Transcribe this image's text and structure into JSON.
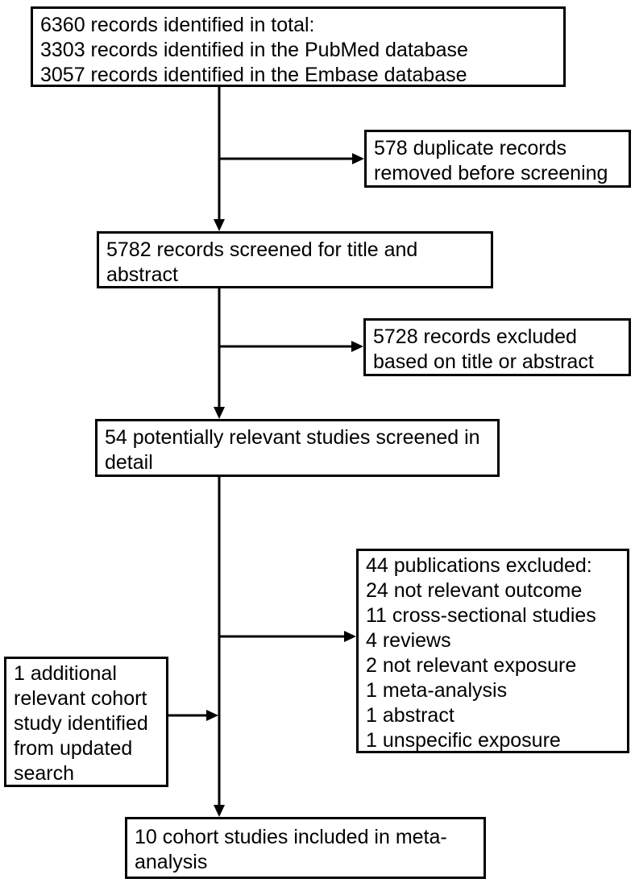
{
  "diagram": {
    "type": "study-selection-flowchart",
    "boxes": {
      "records_identified": {
        "text": "6360 records identified in total:\n3303 records identified in the PubMed database\n3057 records identified in the Embase database"
      },
      "duplicates_removed": {
        "text": "578 duplicate records\nremoved before screening"
      },
      "records_screened": {
        "text": "5782 records screened for title and\nabstract"
      },
      "records_excluded": {
        "text": "5728 records excluded\nbased on title or abstract"
      },
      "studies_screened_detail": {
        "text": "54 potentially relevant studies screened in\ndetail"
      },
      "publications_excluded": {
        "text": "44 publications excluded:\n24 not relevant outcome\n11 cross-sectional studies\n4 reviews\n2 not relevant exposure\n1 meta-analysis\n1 abstract\n1 unspecific exposure"
      },
      "additional_study": {
        "text": "1 additional\nrelevant cohort\nstudy identified\nfrom updated\nsearch"
      },
      "studies_included": {
        "text": "10 cohort studies included in meta-\nanalysis"
      }
    },
    "colors": {
      "line": "#000000",
      "box_border": "#000000",
      "background": "#ffffff",
      "text": "#000000"
    }
  }
}
